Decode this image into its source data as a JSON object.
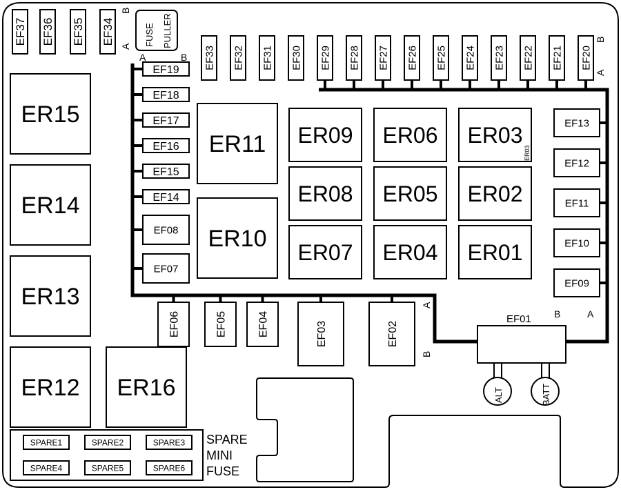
{
  "diagram": {
    "title": "Engine compartment fuse box layout",
    "relays": {
      "er01": "ER01",
      "er02": "ER02",
      "er03": "ER03",
      "er03_small": "ER03",
      "er04": "ER04",
      "er05": "ER05",
      "er06": "ER06",
      "er07": "ER07",
      "er08": "ER08",
      "er09": "ER09",
      "er10": "ER10",
      "er11": "ER11",
      "er12": "ER12",
      "er13": "ER13",
      "er14": "ER14",
      "er15": "ER15",
      "er16": "ER16"
    },
    "top_left_fuses": [
      "EF37",
      "EF36",
      "EF35",
      "EF34"
    ],
    "top_fuses_unbussed": [
      "EF33",
      "EF32",
      "EF31",
      "EF30"
    ],
    "top_fuses_bussed": [
      "EF29",
      "EF28",
      "EF27",
      "EF26",
      "EF25",
      "EF24",
      "EF23",
      "EF22",
      "EF21",
      "EF20"
    ],
    "left_bus_fuses": [
      "EF19",
      "EF18",
      "EF17",
      "EF16",
      "EF15",
      "EF14",
      "EF08",
      "EF07"
    ],
    "right_bus_fuses": [
      "EF13",
      "EF12",
      "EF11",
      "EF10",
      "EF09"
    ],
    "bottom_bus_fuses": [
      "EF06",
      "EF05",
      "EF04",
      "EF03",
      "EF02"
    ],
    "main_fuse": "EF01",
    "fuse_puller": [
      "FUSE",
      "PULLER"
    ],
    "terminals": {
      "alt": "ALT",
      "batt": "BATT"
    },
    "pin_labels": {
      "a": "A",
      "b": "B"
    },
    "spare": {
      "items": [
        "SPARE1",
        "SPARE2",
        "SPARE3",
        "SPARE4",
        "SPARE5",
        "SPARE6"
      ],
      "caption": [
        "SPARE",
        "MINI",
        "FUSE"
      ]
    }
  }
}
